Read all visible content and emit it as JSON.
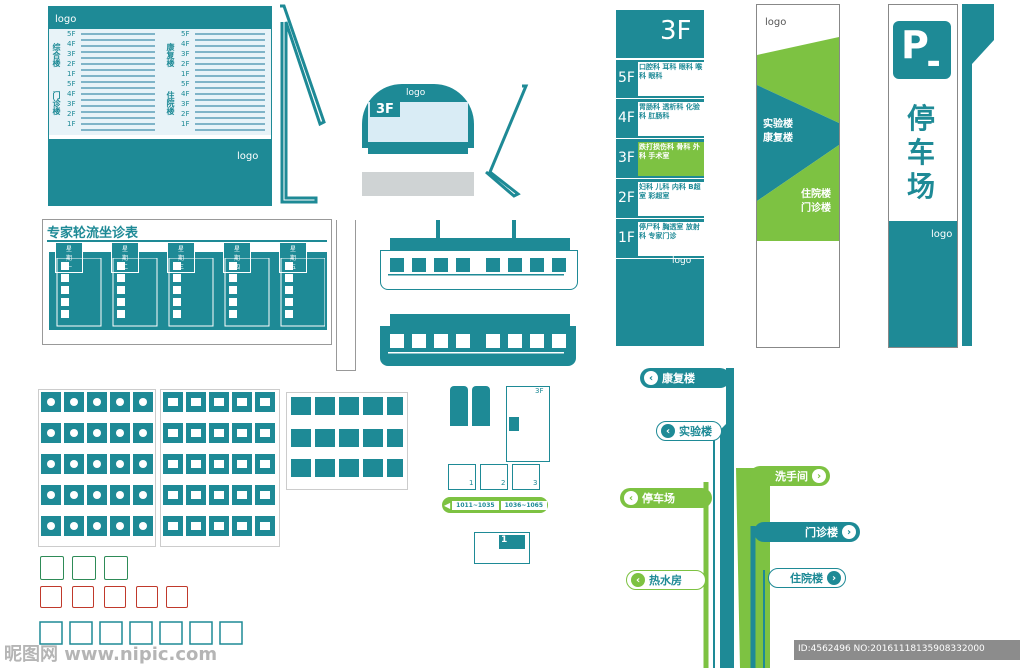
{
  "directory_board": {
    "logo_top": "logo",
    "logo_bottom": "logo",
    "floors_a": [
      "5F",
      "4F",
      "3F",
      "2F",
      "1F"
    ],
    "floors_b": [
      "5F",
      "4F",
      "3F",
      "2F",
      "1F"
    ],
    "bld_left_top": "综合楼",
    "bld_left_bottom": "门诊楼",
    "bld_right_top": "康复楼",
    "bld_right_bottom": "住院楼"
  },
  "arch_sign": {
    "logo": "logo",
    "floor": "3F"
  },
  "schedule_board": {
    "title": "专家轮流坐诊表",
    "days": [
      "星期一",
      "星期二",
      "星期三",
      "星期四",
      "星期五"
    ]
  },
  "hanging_sign": {},
  "floor_index": {
    "header": "3F",
    "logo": "logo",
    "floors": [
      {
        "label": "5F",
        "text": "口腔科 耳科 眼科 喉科 眼科"
      },
      {
        "label": "4F",
        "text": "胃肠科 透析科 化验科 肛肠科"
      },
      {
        "label": "3F",
        "text": "跌打损伤科 骨科 外科 手术室"
      },
      {
        "label": "2F",
        "text": "妇科 儿科 内科 B超室 彩超室"
      },
      {
        "label": "1F",
        "text": "停尸科 胸透室 放射科 专家门诊"
      }
    ]
  },
  "green_totem": {
    "logo": "logo",
    "line1": "实验楼",
    "line2": "康复楼",
    "line3": "住院楼",
    "line4": "门诊楼"
  },
  "parking_totem": {
    "symbol": "P",
    "title": [
      "停",
      "车",
      "场"
    ],
    "logo": "logo"
  },
  "room_plate_small": {
    "floor": "3F",
    "numbers": [
      "1",
      "2",
      "3"
    ],
    "range_a": "1011~1035",
    "range_b": "1036~1065",
    "room": "1"
  },
  "directions": [
    {
      "label": "康复楼",
      "arrow": "‹"
    },
    {
      "label": "实验楼",
      "arrow": "‹"
    },
    {
      "label": "停车场",
      "arrow": "‹"
    },
    {
      "label": "热水房",
      "arrow": "‹"
    },
    {
      "label": "洗手间",
      "arrow": "›"
    },
    {
      "label": "门诊楼",
      "arrow": "›"
    },
    {
      "label": "住院楼",
      "arrow": "›"
    }
  ],
  "watermark": {
    "brand": "昵图网 www.nipic.com",
    "id": "ID:4562496 NO:20161118135908332000"
  },
  "colors": {
    "teal": "#1e8a96",
    "green": "#7dc242",
    "red": "#c0392b"
  }
}
